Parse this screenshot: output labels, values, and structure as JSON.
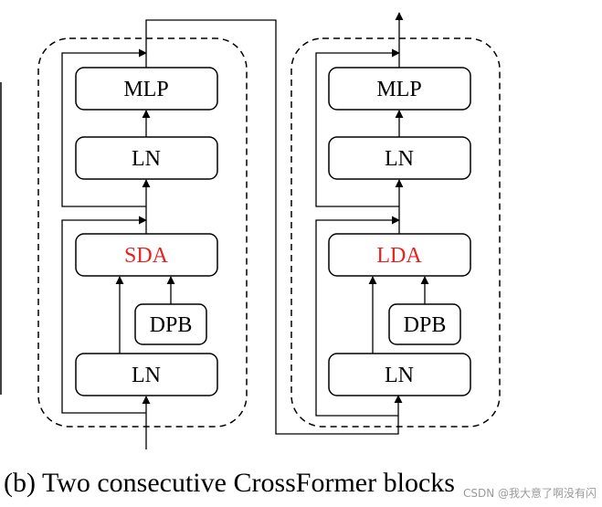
{
  "diagram": {
    "blocks": [
      {
        "mlp": "MLP",
        "ln_top": "LN",
        "attention": "SDA",
        "dpb": "DPB",
        "ln_bottom": "LN"
      },
      {
        "mlp": "MLP",
        "ln_top": "LN",
        "attention": "LDA",
        "dpb": "DPB",
        "ln_bottom": "LN"
      }
    ],
    "caption": "(b) Two consecutive CrossFormer blocks",
    "watermark": "CSDN @我大意了啊没有闪",
    "colors": {
      "attention_text": "#e8231f",
      "stroke": "#000000"
    }
  }
}
